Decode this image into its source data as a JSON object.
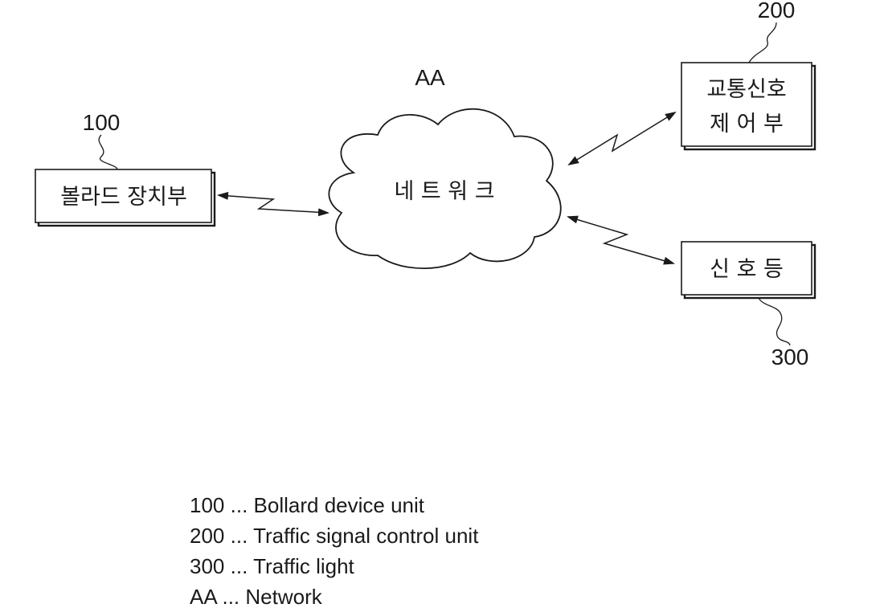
{
  "network": {
    "ref": "AA",
    "label": "네 트 워 크"
  },
  "nodes": {
    "bollard": {
      "ref": "100",
      "label": "볼라드 장치부"
    },
    "signal_control": {
      "ref": "200",
      "label_line1": "교통신호",
      "label_line2": "제 어 부"
    },
    "traffic_light": {
      "ref": "300",
      "label": "신 호 등"
    }
  },
  "legend": [
    {
      "ref": "100",
      "sep": "...",
      "text": "Bollard device unit"
    },
    {
      "ref": "200",
      "sep": "...",
      "text": "Traffic signal control unit"
    },
    {
      "ref": "300",
      "sep": "...",
      "text": "Traffic light"
    },
    {
      "ref": "AA",
      "sep": "...",
      "text": "Network"
    }
  ]
}
